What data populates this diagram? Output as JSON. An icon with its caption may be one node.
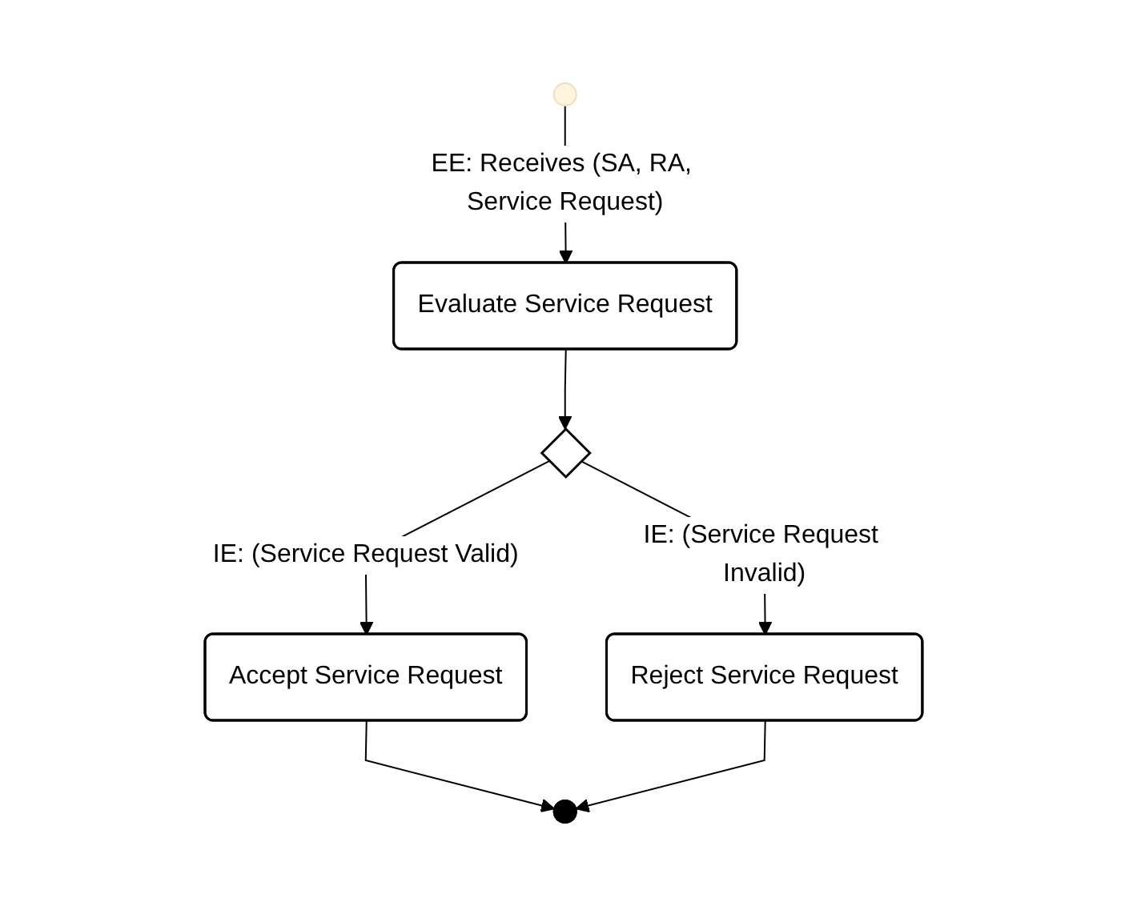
{
  "diagram": {
    "nodes": [
      {
        "text": [],
        "shape": "circle"
      },
      {
        "text": [
          "Evaluate Service Request"
        ]
      },
      {
        "text": [],
        "shape": "diamond"
      },
      {
        "text": [
          "Accept Service Request"
        ]
      },
      {
        "text": [
          "Reject Service Request"
        ]
      },
      {
        "text": [],
        "shape": "circle"
      }
    ],
    "edges": [
      {
        "from": 0,
        "to": 1,
        "arrow": "to",
        "label": "EE: Receives (SA, RA, Service Request)"
      },
      {
        "from": 1,
        "to": 2,
        "arrow": "to"
      },
      {
        "from": 2,
        "to": 3,
        "arrow": "to",
        "label": "IE: (Service Request Valid)"
      },
      {
        "from": 2,
        "to": 4,
        "arrow": "to",
        "label": "IE: (Service Request Invalid)"
      },
      {
        "from": 3,
        "to": 5,
        "arrow": "to"
      },
      {
        "from": 4,
        "to": 5,
        "arrow": "to"
      }
    ]
  }
}
